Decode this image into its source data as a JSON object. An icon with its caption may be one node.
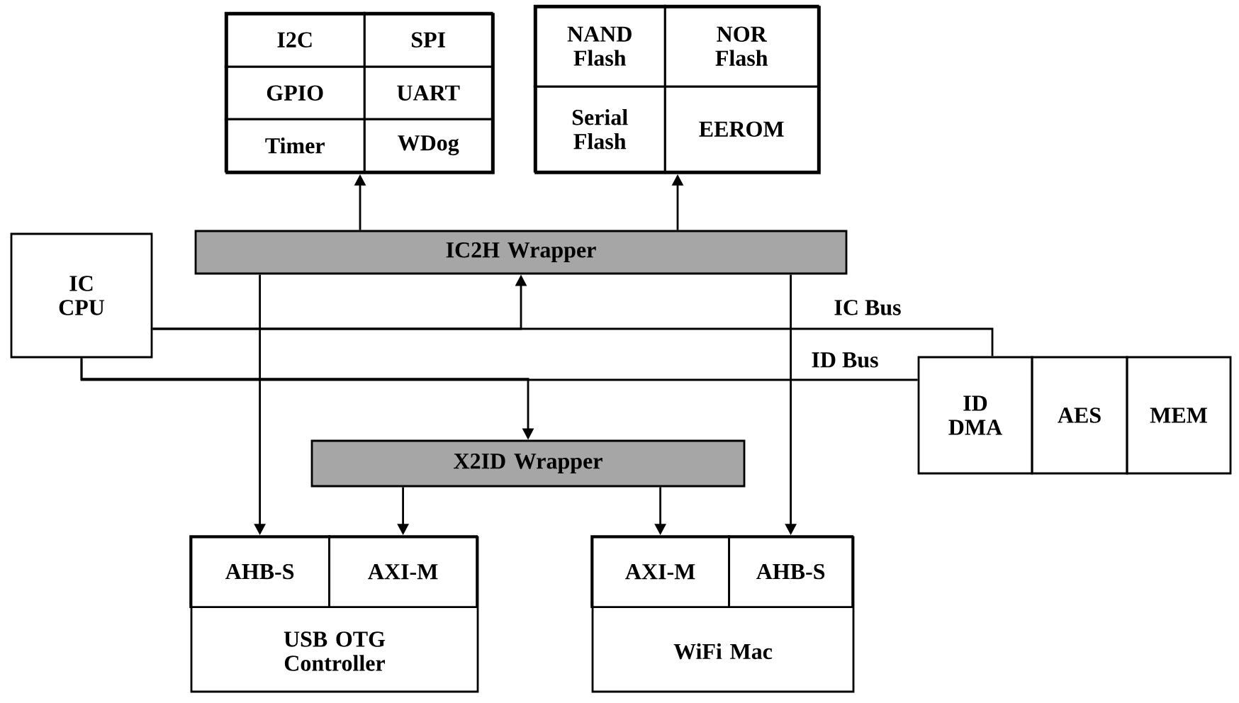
{
  "diagram": {
    "nodes": [
      {
        "text": [],
        "shape": "box"
      },
      {
        "text": [
          "I2C"
        ],
        "in": 0
      },
      {
        "text": [
          "SPI"
        ],
        "in": 0
      },
      {
        "text": [
          "GPIO"
        ],
        "in": 0
      },
      {
        "text": [
          "UART"
        ],
        "in": 0
      },
      {
        "text": [
          "Timer"
        ],
        "in": 0
      },
      {
        "text": [
          "WDog"
        ],
        "in": 0
      },
      {
        "text": [],
        "shape": "box"
      },
      {
        "text": [
          "NAND Flash"
        ],
        "in": 7
      },
      {
        "text": [
          "NOR Flash"
        ],
        "in": 7
      },
      {
        "text": [
          "Serial Flash"
        ],
        "in": 7
      },
      {
        "text": [
          "EEROM"
        ],
        "in": 7
      },
      {
        "text": [
          "IC2H Wrapper"
        ]
      },
      {
        "text": [
          "IC CPU"
        ]
      },
      {
        "text": [
          "ID DMA"
        ]
      },
      {
        "text": [
          "AES"
        ]
      },
      {
        "text": [
          "MEM"
        ]
      },
      {
        "text": [
          "X2ID Wrapper"
        ]
      },
      {
        "text": [
          "USB OTG Controller"
        ]
      },
      {
        "text": [
          "AHB-S"
        ],
        "in": 18
      },
      {
        "text": [
          "AXI-M"
        ],
        "in": 18
      },
      {
        "text": [
          "WiFi Mac"
        ]
      },
      {
        "text": [
          "AXI-M"
        ],
        "in": 21
      },
      {
        "text": [
          "AHB-S"
        ],
        "in": 21
      }
    ],
    "edges": [
      {
        "from": 13,
        "to": 14,
        "arrow": "none",
        "label": "IC Bus"
      },
      {
        "from": 13,
        "to": 12,
        "arrow": "to"
      },
      {
        "from": 13,
        "to": 14,
        "arrow": "none",
        "label": "ID Bus"
      },
      {
        "from": 13,
        "to": 17,
        "arrow": "to"
      },
      {
        "from": 12,
        "to": 0,
        "arrow": "to"
      },
      {
        "from": 12,
        "to": 7,
        "arrow": "to"
      },
      {
        "from": 12,
        "to": 19,
        "arrow": "to"
      },
      {
        "from": 12,
        "to": 23,
        "arrow": "to"
      },
      {
        "from": 17,
        "to": 20,
        "arrow": "to"
      },
      {
        "from": 17,
        "to": 22,
        "arrow": "to"
      }
    ]
  }
}
